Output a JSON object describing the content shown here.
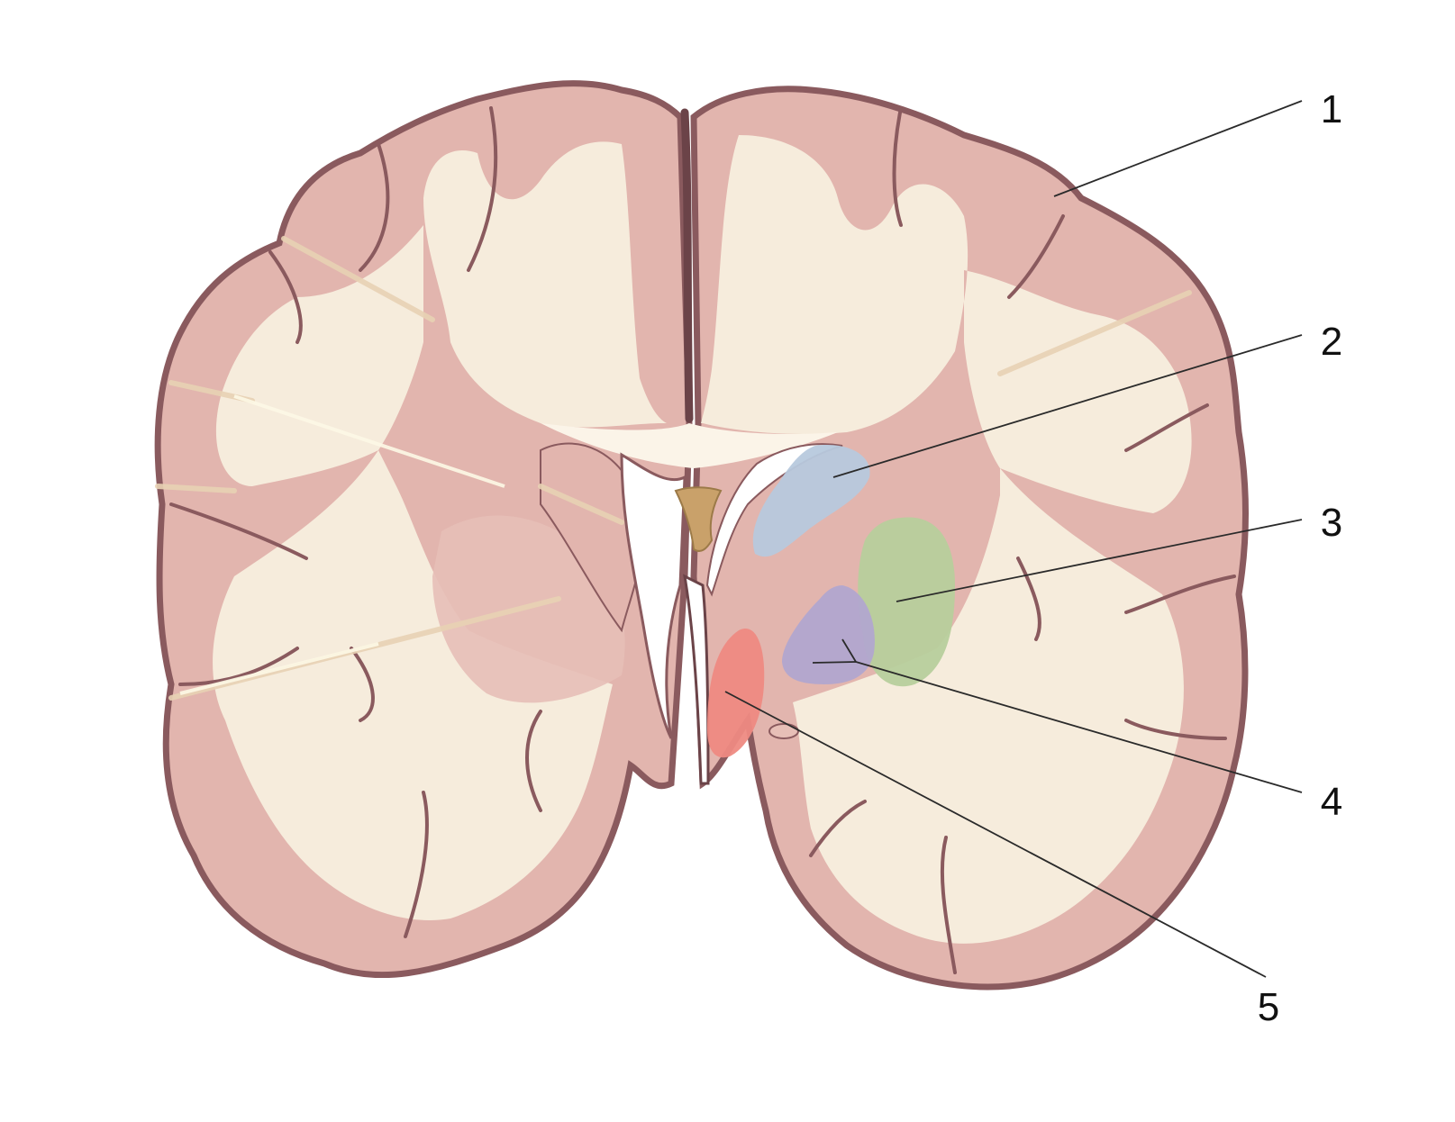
{
  "diagram": {
    "type": "anatomical-coronal-section",
    "colors": {
      "cortex": "#e2b5ae",
      "cortex_edge": "#8a5a5e",
      "white_matter": "#f6ecdc",
      "fiber": "#e8d2b4",
      "ventricle": "#ffffff",
      "fornix": "#c9a16a",
      "region_blue": "#b7c9dd",
      "region_green": "#b7cf9c",
      "region_purple": "#b1a6cf",
      "region_red": "#ee8a82",
      "leader_line": "#2a2a2a"
    },
    "callouts": [
      {
        "label": "1",
        "region": "cerebral-cortex"
      },
      {
        "label": "2",
        "region": "blue-region"
      },
      {
        "label": "3",
        "region": "green-region"
      },
      {
        "label": "4",
        "region": "purple-region"
      },
      {
        "label": "5",
        "region": "red-region"
      }
    ]
  }
}
